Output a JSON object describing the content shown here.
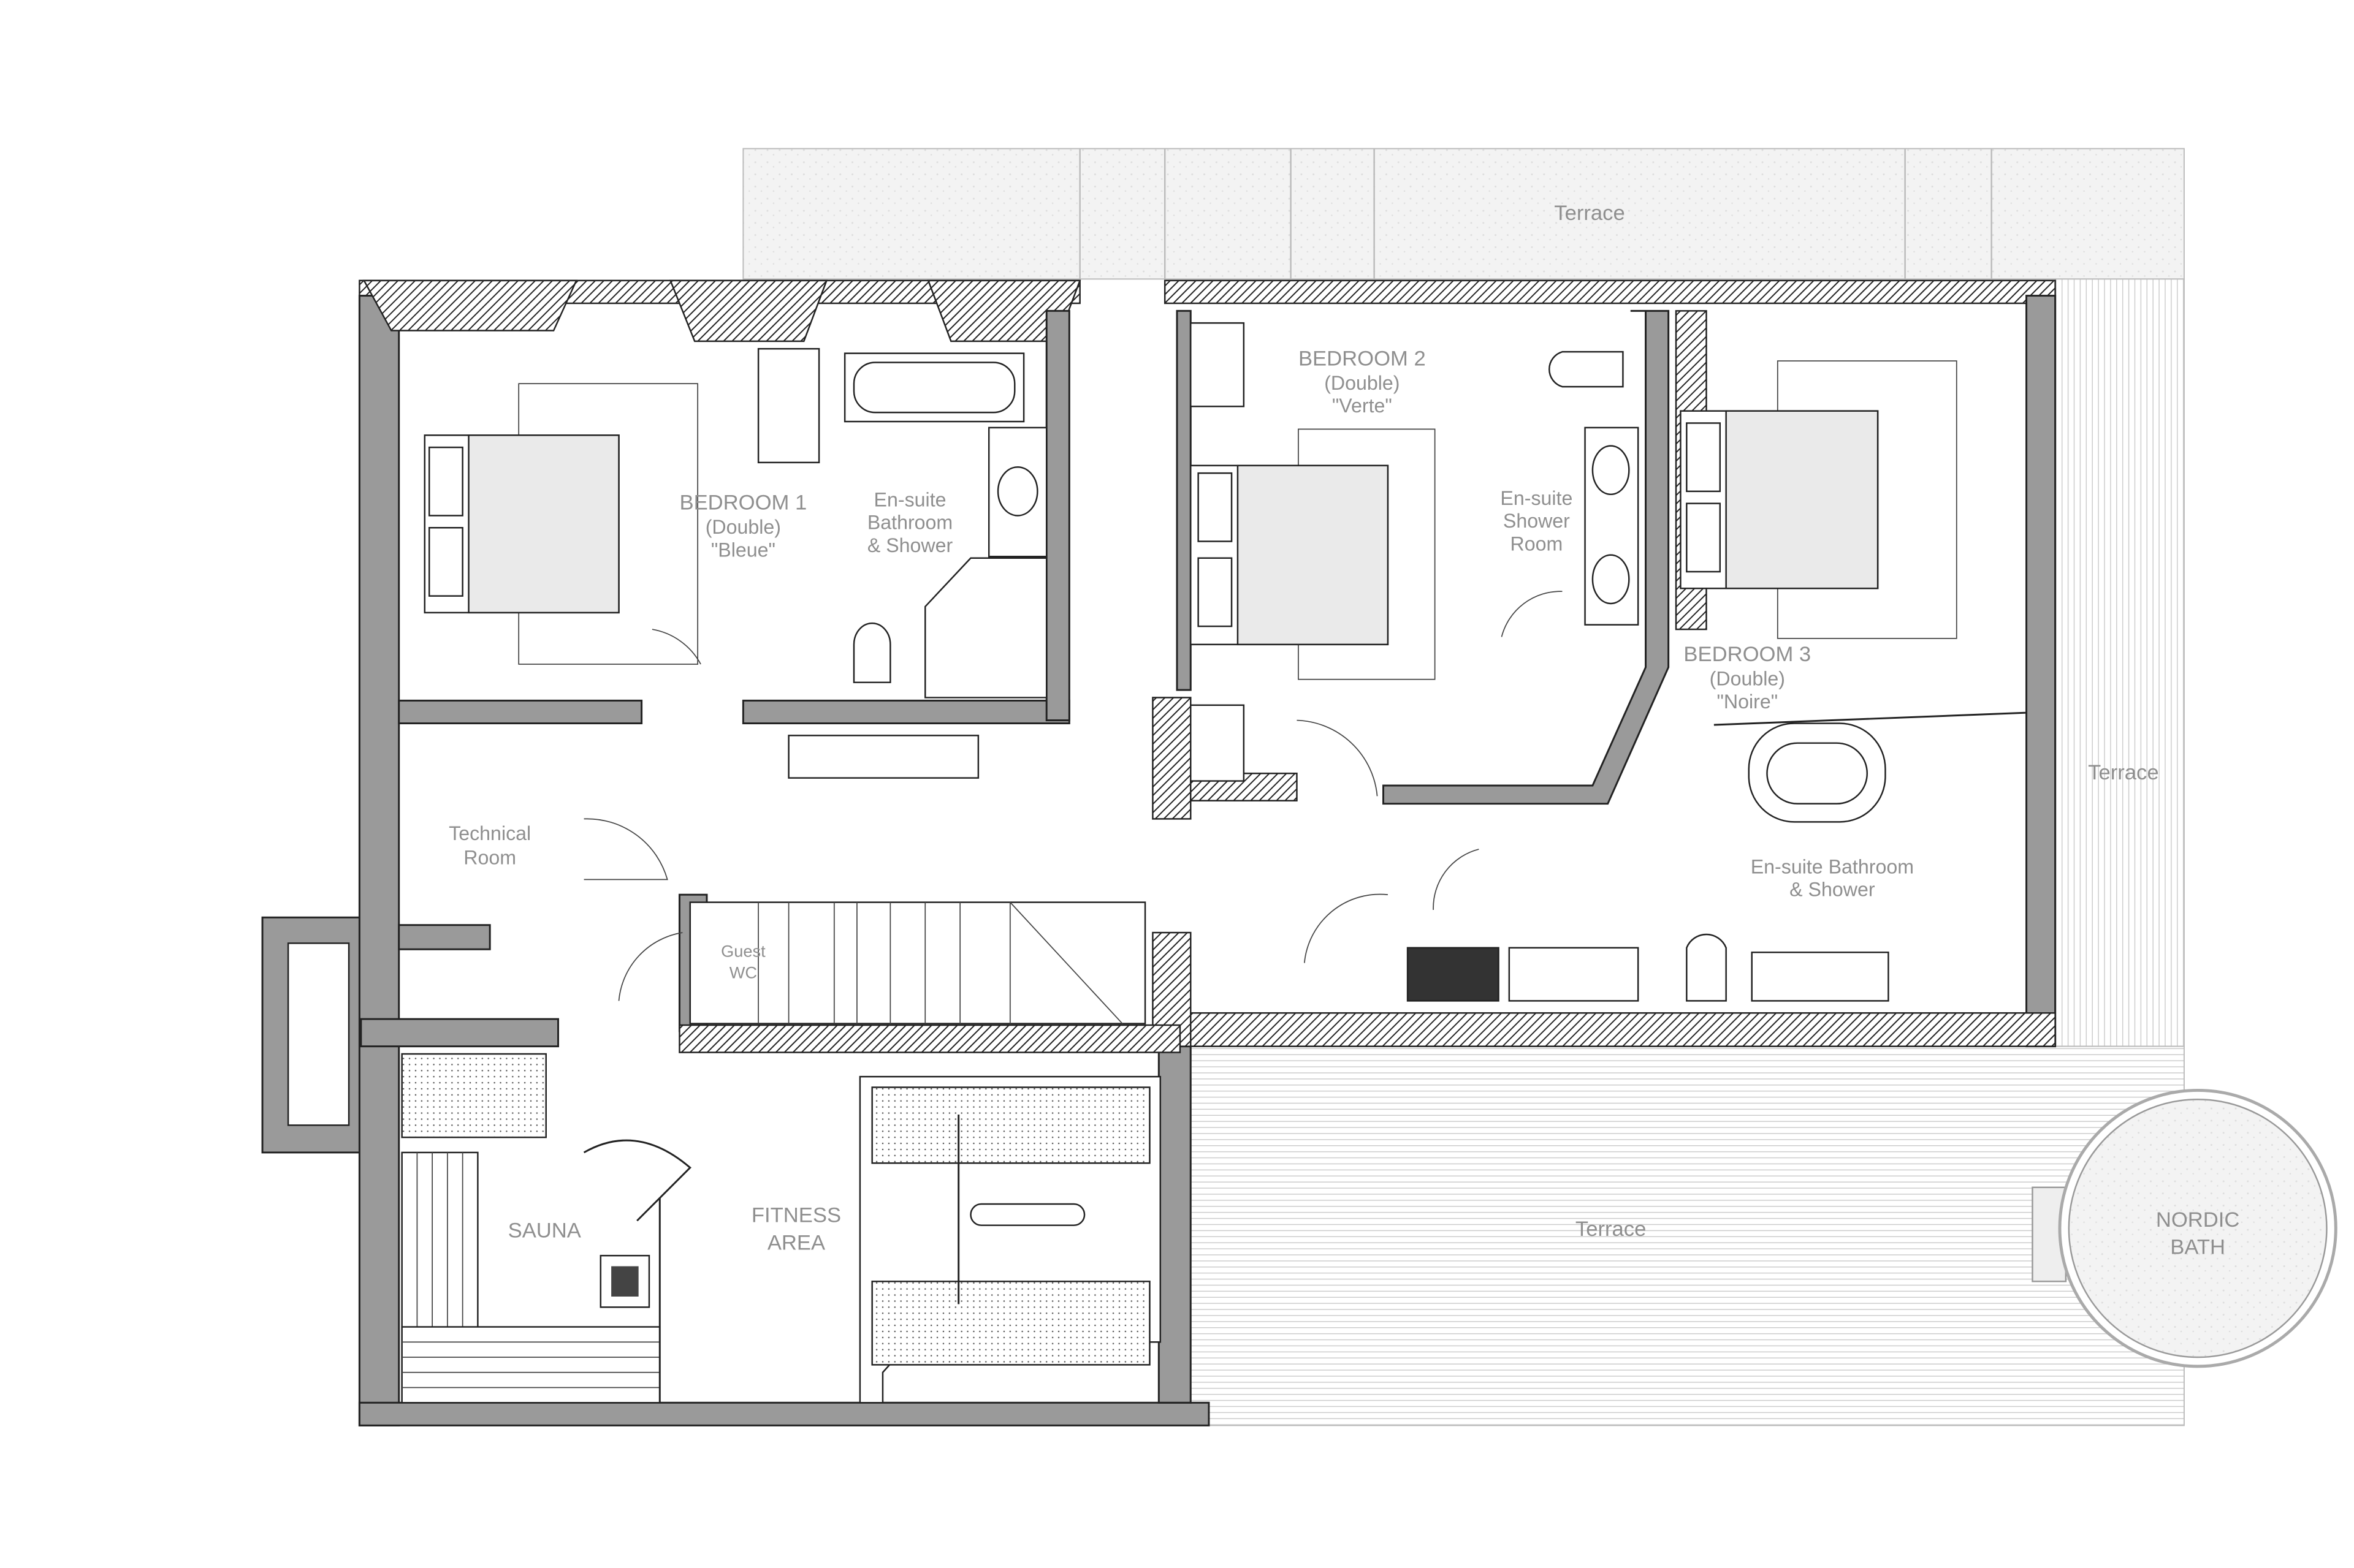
{
  "plan": {
    "terrace_top": "Terrace",
    "terrace_right": "Terrace",
    "terrace_bottom": "Terrace",
    "bedroom1": {
      "name": "BEDROOM 1",
      "type": "(Double)",
      "nickname": "\"Bleue\""
    },
    "ensuite1": {
      "line1": "En-suite",
      "line2": "Bathroom",
      "line3": "& Shower"
    },
    "bedroom2": {
      "name": "BEDROOM 2",
      "type": "(Double)",
      "nickname": "\"Verte\""
    },
    "ensuite2": {
      "line1": "En-suite",
      "line2": "Shower",
      "line3": "Room"
    },
    "bedroom3": {
      "name": "BEDROOM 3",
      "type": "(Double)",
      "nickname": "\"Noire\""
    },
    "ensuite3": {
      "line1": "En-suite Bathroom",
      "line2": "& Shower"
    },
    "technical": {
      "line1": "Technical",
      "line2": "Room"
    },
    "guest_wc": {
      "line1": "Guest",
      "line2": "WC"
    },
    "sauna": "SAUNA",
    "fitness": {
      "line1": "FITNESS",
      "line2": "AREA"
    },
    "nordic_bath": {
      "line1": "NORDIC",
      "line2": "BATH"
    }
  },
  "colors": {
    "wall": "#9a9a9a",
    "label": "#8f8f8f",
    "terrace": "#f2f2f2",
    "line": "#222222"
  }
}
